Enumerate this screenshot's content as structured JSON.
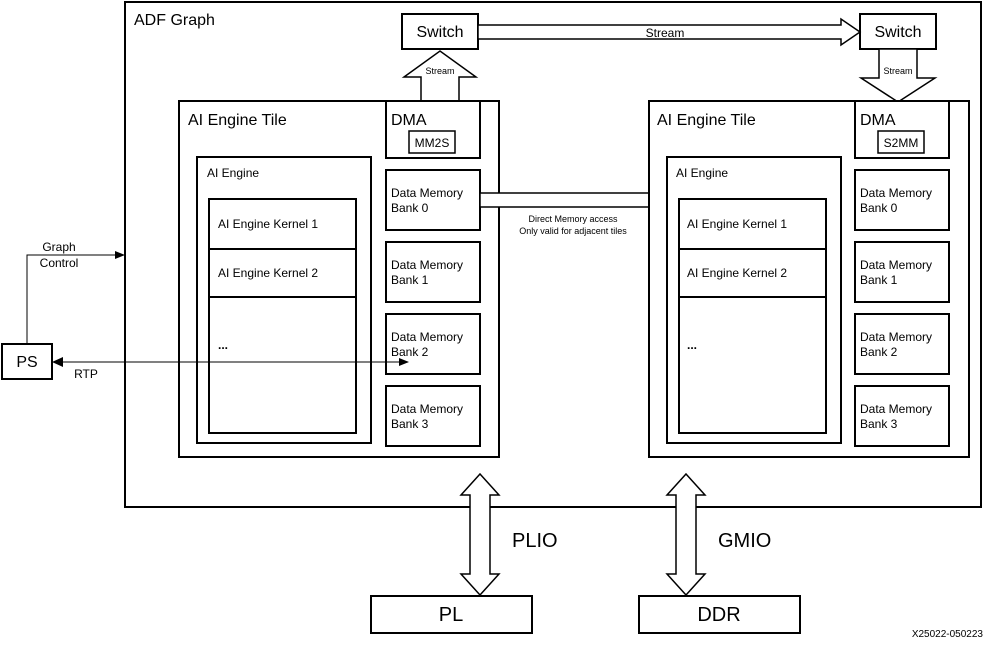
{
  "graph": {
    "title": "ADF Graph"
  },
  "switches": {
    "left_label": "Switch",
    "right_label": "Switch",
    "stream_label": "Stream",
    "left_stream": "Stream",
    "right_stream": "Stream"
  },
  "left_tile": {
    "title": "AI Engine Tile",
    "dma_label": "DMA",
    "dma_mode": "MM2S",
    "engine_label": "AI Engine",
    "kernels": [
      "AI Engine Kernel 1",
      "AI Engine Kernel 2",
      "..."
    ],
    "banks": [
      {
        "line1": "Data Memory",
        "line2": "Bank 0"
      },
      {
        "line1": "Data Memory",
        "line2": "Bank 1"
      },
      {
        "line1": "Data Memory",
        "line2": "Bank 2"
      },
      {
        "line1": "Data Memory",
        "line2": "Bank 3"
      }
    ]
  },
  "right_tile": {
    "title": "AI Engine Tile",
    "dma_label": "DMA",
    "dma_mode": "S2MM",
    "engine_label": "AI Engine",
    "kernels": [
      "AI Engine Kernel 1",
      "AI Engine Kernel 2",
      "..."
    ],
    "banks": [
      {
        "line1": "Data Memory",
        "line2": "Bank 0"
      },
      {
        "line1": "Data Memory",
        "line2": "Bank 1"
      },
      {
        "line1": "Data Memory",
        "line2": "Bank 2"
      },
      {
        "line1": "Data Memory",
        "line2": "Bank 3"
      }
    ]
  },
  "dma_access": {
    "line1": "Direct Memory access",
    "line2": "Only valid for adjacent tiles"
  },
  "ps": {
    "label": "PS",
    "graph_control_1": "Graph",
    "graph_control_2": "Control",
    "rtp": "RTP"
  },
  "interfaces": {
    "plio": "PLIO",
    "gmio": "GMIO",
    "pl": "PL",
    "ddr": "DDR"
  },
  "figure_id": "X25022-050223"
}
